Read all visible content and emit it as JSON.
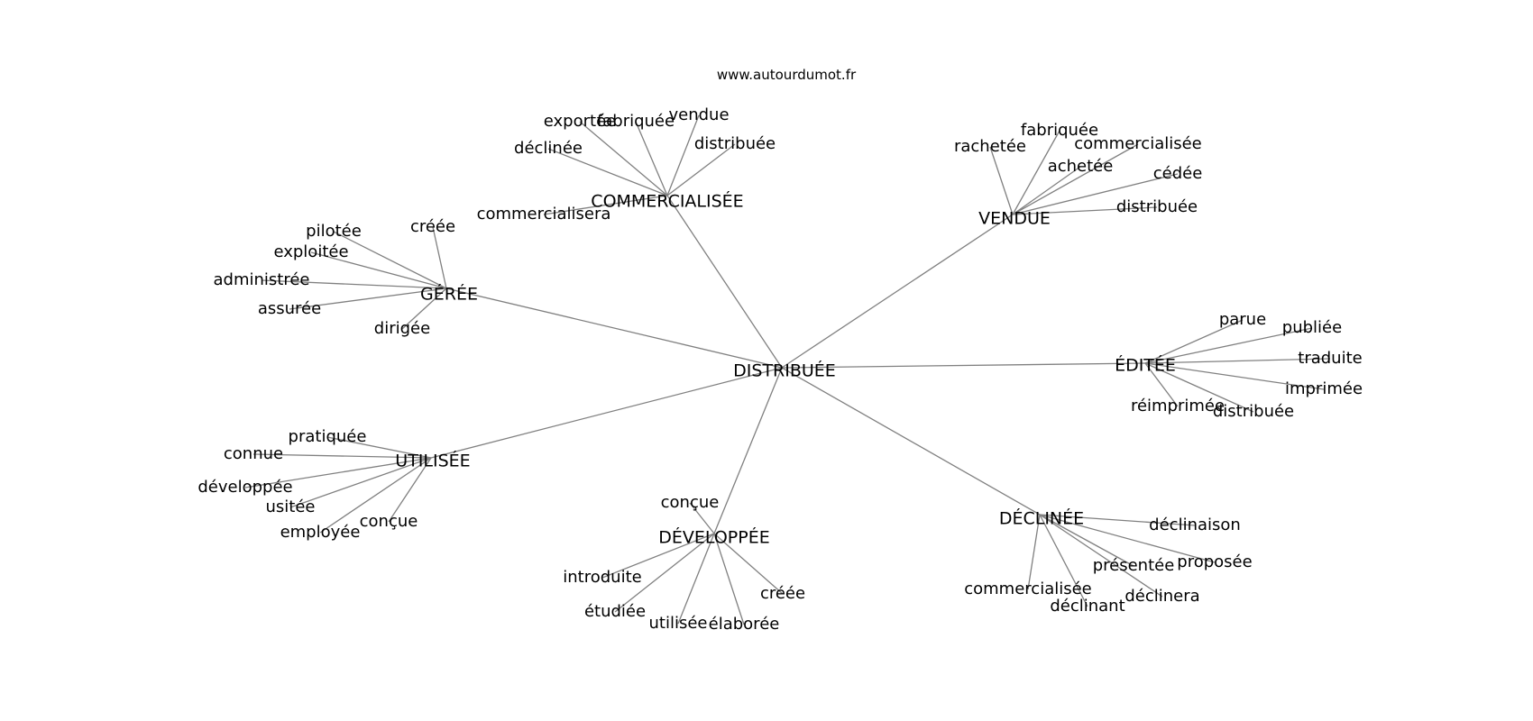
{
  "source": "www.autourdumot.fr",
  "colors": {
    "edge": "#808080",
    "text": "#000000",
    "background": "#ffffff"
  },
  "center": {
    "label": "DISTRIBUÉE"
  },
  "hubs": [
    {
      "id": "commercialisee",
      "label": "COMMERCIALISÉE",
      "leaves": [
        "exportée",
        "fabriquée",
        "vendue",
        "déclinée",
        "distribuée",
        "commercialisera"
      ]
    },
    {
      "id": "vendue",
      "label": "VENDUE",
      "leaves": [
        "fabriquée",
        "rachetée",
        "commercialisée",
        "achetée",
        "cédée",
        "distribuée"
      ]
    },
    {
      "id": "geree",
      "label": "GÉRÉE",
      "leaves": [
        "pilotée",
        "créée",
        "exploitée",
        "administrée",
        "assurée",
        "dirigée"
      ]
    },
    {
      "id": "editee",
      "label": "ÉDITÉE",
      "leaves": [
        "parue",
        "publiée",
        "traduite",
        "imprimée",
        "réimprimée",
        "distribuée"
      ]
    },
    {
      "id": "utilisee",
      "label": "UTILISÉE",
      "leaves": [
        "pratiquée",
        "connue",
        "développée",
        "usitée",
        "conçue",
        "employée"
      ]
    },
    {
      "id": "developpee",
      "label": "DÉVELOPPÉE",
      "leaves": [
        "conçue",
        "introduite",
        "étudiée",
        "utilisée",
        "élaborée",
        "créée"
      ]
    },
    {
      "id": "declinee",
      "label": "DÉCLINÉE",
      "leaves": [
        "déclinaison",
        "proposée",
        "présentée",
        "commercialisée",
        "déclinera",
        "déclinant"
      ]
    }
  ]
}
